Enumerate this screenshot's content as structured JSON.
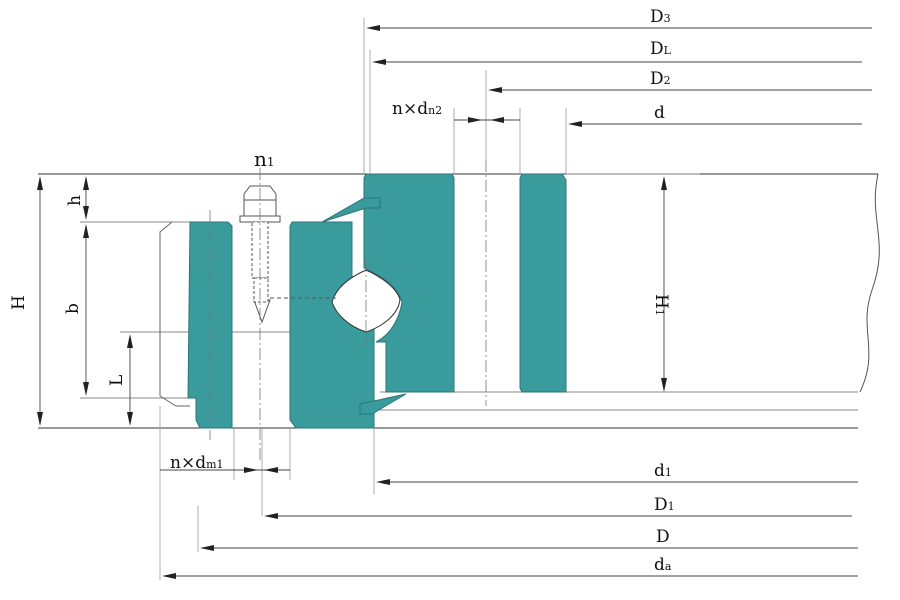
{
  "colors": {
    "ring_fill": "#3a9b9c",
    "ring_stroke": "#2b7677",
    "line": "#333333",
    "thin_line": "#bbbbbb",
    "background": "#ffffff"
  },
  "labels": {
    "D3": {
      "main": "D",
      "sub": "3"
    },
    "DL": {
      "main": "D",
      "sub": "L"
    },
    "D2": {
      "main": "D",
      "sub": "2"
    },
    "d": {
      "main": "d",
      "sub": ""
    },
    "n_dn2": {
      "main": "n×d",
      "sub": "n2"
    },
    "n1": {
      "main": "n",
      "sub": "1"
    },
    "h": {
      "main": "h",
      "sub": ""
    },
    "H": {
      "main": "H",
      "sub": ""
    },
    "b": {
      "main": "b",
      "sub": ""
    },
    "L": {
      "main": "L",
      "sub": ""
    },
    "H1": {
      "main": "H",
      "sub": "1"
    },
    "n_dm1": {
      "main": "n×d",
      "sub": "m1"
    },
    "d1": {
      "main": "d",
      "sub": "1"
    },
    "D1": {
      "main": "D",
      "sub": "1"
    },
    "D": {
      "main": "D",
      "sub": ""
    },
    "da": {
      "main": "d",
      "sub": "a"
    }
  }
}
